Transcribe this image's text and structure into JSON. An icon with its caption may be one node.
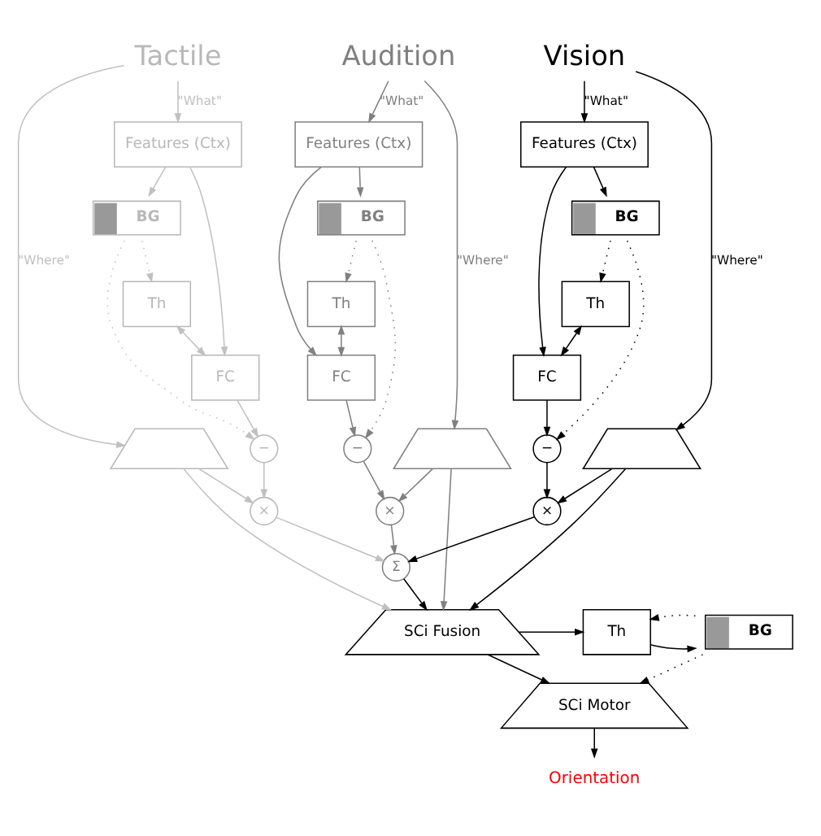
{
  "diagram": {
    "nodes": [
      {
        "text": [
          "Tactile"
        ]
      },
      {
        "text": [
          "Audition"
        ]
      },
      {
        "text": [
          "Vision"
        ]
      },
      {
        "text": [
          "Features (Ctx)"
        ]
      },
      {
        "text": [
          "BG"
        ]
      },
      {
        "text": [
          "Features (Ctx)"
        ]
      },
      {
        "text": [
          "BG"
        ]
      },
      {
        "text": [
          "Features (Ctx)"
        ]
      },
      {
        "text": [
          "BG"
        ]
      },
      {
        "text": [
          "Th"
        ]
      },
      {
        "text": [
          "Th"
        ]
      },
      {
        "text": [
          "Th"
        ]
      },
      {
        "text": [
          "FC"
        ]
      },
      {
        "text": [
          "FC"
        ]
      },
      {
        "text": [
          "FC"
        ]
      },
      {
        "text": [],
        "shape": "trapezoid"
      },
      {
        "text": [
          "×"
        ]
      },
      {
        "text": [
          "−"
        ]
      },
      {
        "text": [],
        "shape": "trapezoid"
      },
      {
        "text": [
          "×"
        ]
      },
      {
        "text": [
          "−"
        ]
      },
      {
        "text": [],
        "shape": "trapezoid"
      },
      {
        "text": [
          "×"
        ]
      },
      {
        "text": [
          "−"
        ]
      },
      {
        "text": [
          "Σ"
        ]
      },
      {
        "text": [
          "SCi Fusion"
        ]
      },
      {
        "text": [
          "Th"
        ]
      },
      {
        "text": [
          "BG"
        ]
      },
      {
        "text": [
          "SCi Motor"
        ]
      },
      {
        "text": [
          "Orientation"
        ]
      }
    ],
    "edges": [
      {
        "from": 0,
        "to": 3,
        "arrow": "to",
        "label": "\"What\"",
        "color": "#c0c0c0"
      },
      {
        "from": 0,
        "to": 15,
        "arrow": "to",
        "label": "\"Where\"",
        "color": "#c0c0c0"
      },
      {
        "from": 3,
        "to": 4,
        "arrow": "to",
        "color": "#c0c0c0"
      },
      {
        "from": 4,
        "to": 9,
        "arrow": "to",
        "style": "dashed",
        "color": "#c0c0c0"
      },
      {
        "from": 9,
        "to": 12,
        "arrow": "both",
        "color": "#c0c0c0"
      },
      {
        "from": 3,
        "to": 12,
        "arrow": "to",
        "color": "#c0c0c0"
      },
      {
        "from": 12,
        "to": 17,
        "arrow": "to",
        "color": "#c0c0c0"
      },
      {
        "from": 4,
        "to": 17,
        "arrow": "to",
        "style": "dashed",
        "color": "#c0c0c0"
      },
      {
        "from": 17,
        "to": 16,
        "arrow": "to",
        "color": "#c0c0c0"
      },
      {
        "from": 15,
        "to": 16,
        "arrow": "to",
        "color": "#c0c0c0"
      },
      {
        "from": 16,
        "to": 24,
        "arrow": "to",
        "color": "#c0c0c0"
      },
      {
        "from": 15,
        "to": 25,
        "arrow": "to",
        "color": "#c0c0c0"
      },
      {
        "from": 1,
        "to": 5,
        "arrow": "to",
        "label": "\"What\"",
        "color": "#808080"
      },
      {
        "from": 1,
        "to": 18,
        "arrow": "to",
        "label": "\"Where\"",
        "color": "#808080"
      },
      {
        "from": 5,
        "to": 6,
        "arrow": "to",
        "color": "#808080"
      },
      {
        "from": 6,
        "to": 10,
        "arrow": "to",
        "style": "dashed",
        "color": "#808080"
      },
      {
        "from": 10,
        "to": 13,
        "arrow": "both",
        "color": "#808080"
      },
      {
        "from": 5,
        "to": 13,
        "arrow": "to",
        "color": "#808080"
      },
      {
        "from": 13,
        "to": 20,
        "arrow": "to",
        "color": "#808080"
      },
      {
        "from": 6,
        "to": 20,
        "arrow": "to",
        "style": "dashed",
        "color": "#808080"
      },
      {
        "from": 20,
        "to": 19,
        "arrow": "to",
        "color": "#808080"
      },
      {
        "from": 18,
        "to": 19,
        "arrow": "to",
        "color": "#808080"
      },
      {
        "from": 19,
        "to": 24,
        "arrow": "to",
        "color": "#808080"
      },
      {
        "from": 18,
        "to": 25,
        "arrow": "to",
        "color": "#808080"
      },
      {
        "from": 2,
        "to": 7,
        "arrow": "to",
        "label": "\"What\""
      },
      {
        "from": 2,
        "to": 21,
        "arrow": "to",
        "label": "\"Where\""
      },
      {
        "from": 7,
        "to": 8,
        "arrow": "to"
      },
      {
        "from": 8,
        "to": 11,
        "arrow": "to",
        "style": "dashed"
      },
      {
        "from": 11,
        "to": 14,
        "arrow": "both"
      },
      {
        "from": 7,
        "to": 14,
        "arrow": "to"
      },
      {
        "from": 14,
        "to": 23,
        "arrow": "to"
      },
      {
        "from": 8,
        "to": 23,
        "arrow": "to",
        "style": "dashed"
      },
      {
        "from": 23,
        "to": 22,
        "arrow": "to"
      },
      {
        "from": 21,
        "to": 22,
        "arrow": "to"
      },
      {
        "from": 22,
        "to": 24,
        "arrow": "to"
      },
      {
        "from": 21,
        "to": 25,
        "arrow": "to"
      },
      {
        "from": 24,
        "to": 25,
        "arrow": "to"
      },
      {
        "from": 25,
        "to": 26,
        "arrow": "to"
      },
      {
        "from": 26,
        "to": 27,
        "arrow": "to"
      },
      {
        "from": 27,
        "to": 26,
        "arrow": "to",
        "style": "dashed"
      },
      {
        "from": 27,
        "to": 28,
        "arrow": "to",
        "style": "dashed"
      },
      {
        "from": 25,
        "to": 28,
        "arrow": "to"
      },
      {
        "from": 28,
        "to": 29,
        "arrow": "to"
      }
    ]
  }
}
